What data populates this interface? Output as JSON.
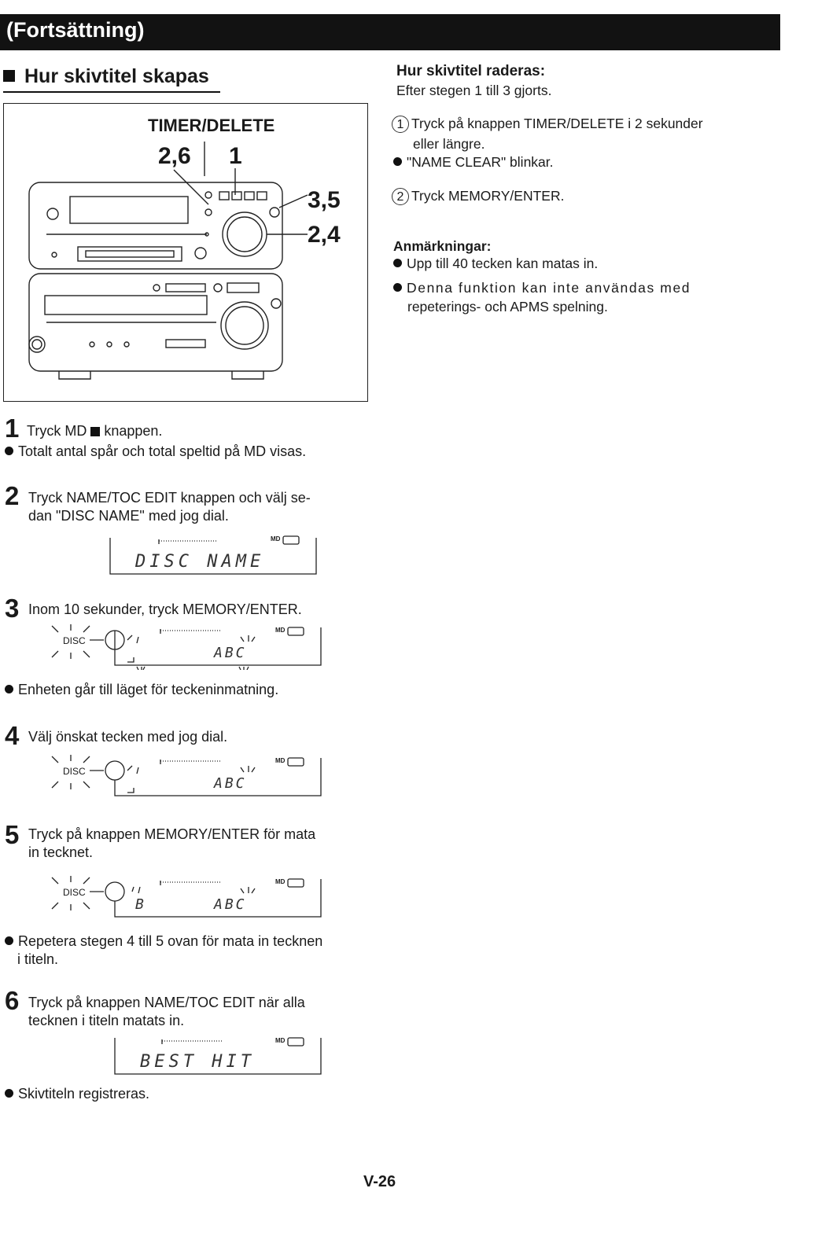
{
  "header": {
    "title": "(Fortsättning)"
  },
  "section": {
    "title": "Hur skivtitel skapas"
  },
  "figure": {
    "timer_label": "TIMER/DELETE",
    "label_26": "2,6",
    "label_1": "1",
    "label_35": "3,5",
    "label_24": "2,4"
  },
  "right": {
    "heading": "Hur skivtitel raderas:",
    "subtitle": "Efter stegen 1 till 3 gjorts.",
    "step1_num": "1",
    "step1_line1": "Tryck på knappen TIMER/DELETE i 2 sekunder",
    "step1_line2": "eller längre.",
    "bullet1": "\"NAME CLEAR\" blinkar.",
    "step2_num": "2",
    "step2": "Tryck MEMORY/ENTER.",
    "notes_heading": "Anmärkningar:",
    "note1": "Upp till 40 tecken kan matas in.",
    "note2_line1": "Denna funktion kan inte användas med",
    "note2_line2": "repeterings- och APMS spelning."
  },
  "steps": [
    {
      "num": "1",
      "line1_a": "Tryck MD",
      "line1_b": "knappen.",
      "bullet": "Totalt antal spår och total speltid på MD visas."
    },
    {
      "num": "2",
      "line1": "Tryck NAME/TOC EDIT knappen och välj se-",
      "line2": "dan \"DISC NAME\" med jog dial.",
      "lcd": "DISC  NAME"
    },
    {
      "num": "3",
      "line1": "Inom 10 sekunder, tryck MEMORY/ENTER.",
      "lcd_left": "",
      "lcd_right": "ABC",
      "bullet": "Enheten går till läget för teckeninmatning."
    },
    {
      "num": "4",
      "line1": "Välj önskat tecken med jog dial.",
      "lcd_right": "ABC"
    },
    {
      "num": "5",
      "line1": "Tryck på knappen MEMORY/ENTER för mata",
      "line2": "in tecknet.",
      "lcd_left": "B",
      "lcd_right": "ABC",
      "bullet_line1": "Repetera stegen 4 till 5 ovan för mata in tecknen",
      "bullet_line2": "i titeln."
    },
    {
      "num": "6",
      "line1": "Tryck på knappen NAME/TOC EDIT när alla",
      "line2": "tecknen i titeln matats in.",
      "lcd": "BEST  HIT",
      "bullet": "Skivtiteln registreras."
    }
  ],
  "lcd_common": {
    "disc_label": "DISC",
    "md_label": "MD"
  },
  "page_number": "V-26"
}
